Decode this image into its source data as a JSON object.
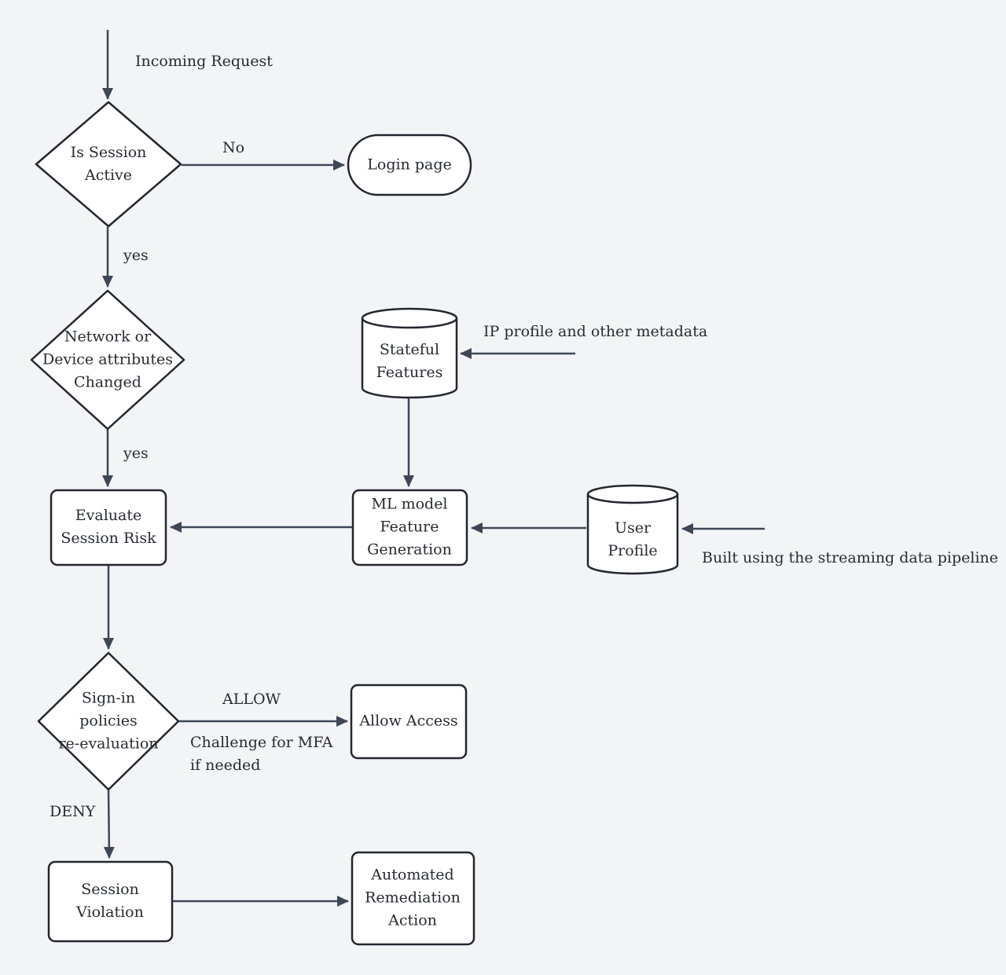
{
  "diagram": {
    "title": "Session risk evaluation flowchart",
    "colors": {
      "background": "#F2F4F6",
      "edge": "#3F4757",
      "node_border": "#23272F",
      "text": "#272B33",
      "node_fill": "#FFFFFF",
      "allow_fill": "#CAF2C8",
      "violation_fill": "#F97272",
      "remediation_fill": "#CFE4FB",
      "evaluate_border": "#7E79EF"
    },
    "nodes": {
      "is_session_active": {
        "shape": "diamond",
        "label": "Is Session\nActive"
      },
      "login_page": {
        "shape": "stadium",
        "label": "Login page"
      },
      "network_device_changed": {
        "shape": "diamond",
        "label": "Network or\nDevice attributes\nChanged"
      },
      "evaluate_session_risk": {
        "shape": "rect",
        "label": "Evaluate\nSession Risk"
      },
      "stateful_features": {
        "shape": "cylinder",
        "label": "Stateful\nFeatures"
      },
      "ml_feature_generation": {
        "shape": "rect",
        "label": "ML model\nFeature\nGeneration"
      },
      "user_profile": {
        "shape": "cylinder",
        "label": "User\nProfile"
      },
      "signin_policies_reevaluation": {
        "shape": "diamond",
        "label": "Sign-in\npolicies\nre-evaluation"
      },
      "allow_access": {
        "shape": "rect",
        "label": "Allow Access"
      },
      "session_violation": {
        "shape": "rect",
        "label": "Session\nViolation"
      },
      "automated_remediation": {
        "shape": "rect",
        "label": "Automated\nRemediation\nAction"
      }
    },
    "edge_labels": {
      "incoming_request": "Incoming Request",
      "no": "No",
      "yes_1": "yes",
      "yes_2": "yes",
      "ip_profile": "IP profile and other metadata",
      "built_using": "Built using the streaming data pipeline",
      "allow": "ALLOW",
      "challenge_mfa": "Challenge for MFA\nif needed",
      "deny": "DENY"
    }
  }
}
